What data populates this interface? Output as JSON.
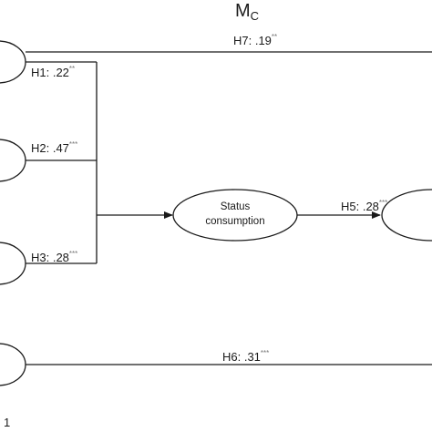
{
  "model_label": {
    "main": "M",
    "sub": "C"
  },
  "paths": [
    {
      "id": "h7",
      "label": "H7: .19",
      "sig": "**"
    },
    {
      "id": "h1",
      "label": "H1: .22",
      "sig": "**"
    },
    {
      "id": "h2",
      "label": "H2: .47",
      "sig": "***"
    },
    {
      "id": "h3",
      "label": "H3: .28",
      "sig": "***"
    },
    {
      "id": "h5",
      "label": "H5: .28",
      "sig": "***"
    },
    {
      "id": "h6",
      "label": "H6: .31",
      "sig": "***"
    }
  ],
  "mediator": {
    "line1": "Status",
    "line2": "consumption"
  },
  "footer_text": "1"
}
